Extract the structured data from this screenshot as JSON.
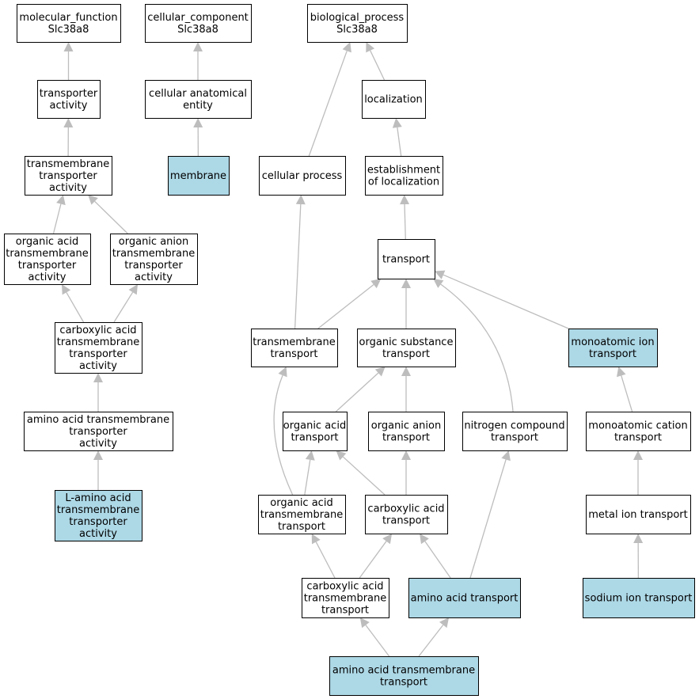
{
  "colors": {
    "highlight": "#add8e6",
    "plain": "#ffffff",
    "border": "#000000",
    "edge": "#bdbdbd"
  },
  "nodes": [
    {
      "id": "mf_root",
      "lines": [
        "molecular_function",
        "Slc38a8"
      ],
      "highlight": false
    },
    {
      "id": "cc_root",
      "lines": [
        "cellular_component",
        "Slc38a8"
      ],
      "highlight": false
    },
    {
      "id": "bp_root",
      "lines": [
        "biological_process",
        "Slc38a8"
      ],
      "highlight": false
    },
    {
      "id": "transporter_activity",
      "lines": [
        "transporter",
        "activity"
      ],
      "highlight": false
    },
    {
      "id": "cellular_anatomical_entity",
      "lines": [
        "cellular anatomical",
        "entity"
      ],
      "highlight": false
    },
    {
      "id": "localization",
      "lines": [
        "localization"
      ],
      "highlight": false
    },
    {
      "id": "tm_transporter_activity",
      "lines": [
        "transmembrane",
        "transporter",
        "activity"
      ],
      "highlight": false
    },
    {
      "id": "membrane",
      "lines": [
        "membrane"
      ],
      "highlight": true
    },
    {
      "id": "cellular_process",
      "lines": [
        "cellular process"
      ],
      "highlight": false
    },
    {
      "id": "establishment_of_localization",
      "lines": [
        "establishment",
        "of localization"
      ],
      "highlight": false
    },
    {
      "id": "organic_acid_tm_transporter_activity",
      "lines": [
        "organic acid",
        "transmembrane",
        "transporter",
        "activity"
      ],
      "highlight": false
    },
    {
      "id": "organic_anion_tm_transporter_activity",
      "lines": [
        "organic anion",
        "transmembrane",
        "transporter",
        "activity"
      ],
      "highlight": false
    },
    {
      "id": "transport",
      "lines": [
        "transport"
      ],
      "highlight": false
    },
    {
      "id": "carboxylic_acid_tm_transporter_activity",
      "lines": [
        "carboxylic acid",
        "transmembrane",
        "transporter",
        "activity"
      ],
      "highlight": false
    },
    {
      "id": "transmembrane_transport",
      "lines": [
        "transmembrane",
        "transport"
      ],
      "highlight": false
    },
    {
      "id": "organic_substance_transport",
      "lines": [
        "organic substance",
        "transport"
      ],
      "highlight": false
    },
    {
      "id": "monoatomic_ion_transport",
      "lines": [
        "monoatomic ion",
        "transport"
      ],
      "highlight": true
    },
    {
      "id": "amino_acid_tm_transporter_activity",
      "lines": [
        "amino acid transmembrane",
        "transporter",
        "activity"
      ],
      "highlight": false
    },
    {
      "id": "organic_acid_transport",
      "lines": [
        "organic acid",
        "transport"
      ],
      "highlight": false
    },
    {
      "id": "organic_anion_transport",
      "lines": [
        "organic anion",
        "transport"
      ],
      "highlight": false
    },
    {
      "id": "nitrogen_compound_transport",
      "lines": [
        "nitrogen compound",
        "transport"
      ],
      "highlight": false
    },
    {
      "id": "monoatomic_cation_transport",
      "lines": [
        "monoatomic cation",
        "transport"
      ],
      "highlight": false
    },
    {
      "id": "l_amino_acid_tm_transporter_activity",
      "lines": [
        "L-amino acid",
        "transmembrane",
        "transporter",
        "activity"
      ],
      "highlight": true
    },
    {
      "id": "organic_acid_tm_transport",
      "lines": [
        "organic acid",
        "transmembrane",
        "transport"
      ],
      "highlight": false
    },
    {
      "id": "carboxylic_acid_transport",
      "lines": [
        "carboxylic acid",
        "transport"
      ],
      "highlight": false
    },
    {
      "id": "metal_ion_transport",
      "lines": [
        "metal ion transport"
      ],
      "highlight": false
    },
    {
      "id": "carboxylic_acid_tm_transport",
      "lines": [
        "carboxylic acid",
        "transmembrane",
        "transport"
      ],
      "highlight": false
    },
    {
      "id": "amino_acid_transport",
      "lines": [
        "amino acid transport"
      ],
      "highlight": true
    },
    {
      "id": "sodium_ion_transport",
      "lines": [
        "sodium ion transport"
      ],
      "highlight": true
    },
    {
      "id": "amino_acid_tm_transport",
      "lines": [
        "amino acid transmembrane",
        "transport"
      ],
      "highlight": true
    }
  ],
  "edges": [
    {
      "from": "transporter_activity",
      "to": "mf_root"
    },
    {
      "from": "tm_transporter_activity",
      "to": "transporter_activity"
    },
    {
      "from": "organic_acid_tm_transporter_activity",
      "to": "tm_transporter_activity"
    },
    {
      "from": "organic_anion_tm_transporter_activity",
      "to": "tm_transporter_activity"
    },
    {
      "from": "carboxylic_acid_tm_transporter_activity",
      "to": "organic_acid_tm_transporter_activity"
    },
    {
      "from": "carboxylic_acid_tm_transporter_activity",
      "to": "organic_anion_tm_transporter_activity"
    },
    {
      "from": "amino_acid_tm_transporter_activity",
      "to": "carboxylic_acid_tm_transporter_activity"
    },
    {
      "from": "l_amino_acid_tm_transporter_activity",
      "to": "amino_acid_tm_transporter_activity"
    },
    {
      "from": "cellular_anatomical_entity",
      "to": "cc_root"
    },
    {
      "from": "membrane",
      "to": "cellular_anatomical_entity"
    },
    {
      "from": "cellular_process",
      "to": "bp_root"
    },
    {
      "from": "localization",
      "to": "bp_root"
    },
    {
      "from": "establishment_of_localization",
      "to": "localization"
    },
    {
      "from": "transport",
      "to": "establishment_of_localization"
    },
    {
      "from": "transmembrane_transport",
      "to": "cellular_process"
    },
    {
      "from": "transmembrane_transport",
      "to": "transport"
    },
    {
      "from": "organic_substance_transport",
      "to": "transport"
    },
    {
      "from": "nitrogen_compound_transport",
      "to": "transport"
    },
    {
      "from": "monoatomic_ion_transport",
      "to": "transport"
    },
    {
      "from": "organic_acid_transport",
      "to": "organic_substance_transport"
    },
    {
      "from": "organic_anion_transport",
      "to": "organic_substance_transport"
    },
    {
      "from": "monoatomic_cation_transport",
      "to": "monoatomic_ion_transport"
    },
    {
      "from": "metal_ion_transport",
      "to": "monoatomic_cation_transport"
    },
    {
      "from": "sodium_ion_transport",
      "to": "metal_ion_transport"
    },
    {
      "from": "organic_acid_tm_transport",
      "to": "transmembrane_transport"
    },
    {
      "from": "organic_acid_tm_transport",
      "to": "organic_acid_transport"
    },
    {
      "from": "carboxylic_acid_transport",
      "to": "organic_acid_transport"
    },
    {
      "from": "carboxylic_acid_transport",
      "to": "organic_anion_transport"
    },
    {
      "from": "carboxylic_acid_tm_transport",
      "to": "organic_acid_tm_transport"
    },
    {
      "from": "carboxylic_acid_tm_transport",
      "to": "carboxylic_acid_transport"
    },
    {
      "from": "amino_acid_transport",
      "to": "carboxylic_acid_transport"
    },
    {
      "from": "amino_acid_transport",
      "to": "nitrogen_compound_transport"
    },
    {
      "from": "amino_acid_tm_transport",
      "to": "carboxylic_acid_tm_transport"
    },
    {
      "from": "amino_acid_tm_transport",
      "to": "amino_acid_transport"
    }
  ]
}
